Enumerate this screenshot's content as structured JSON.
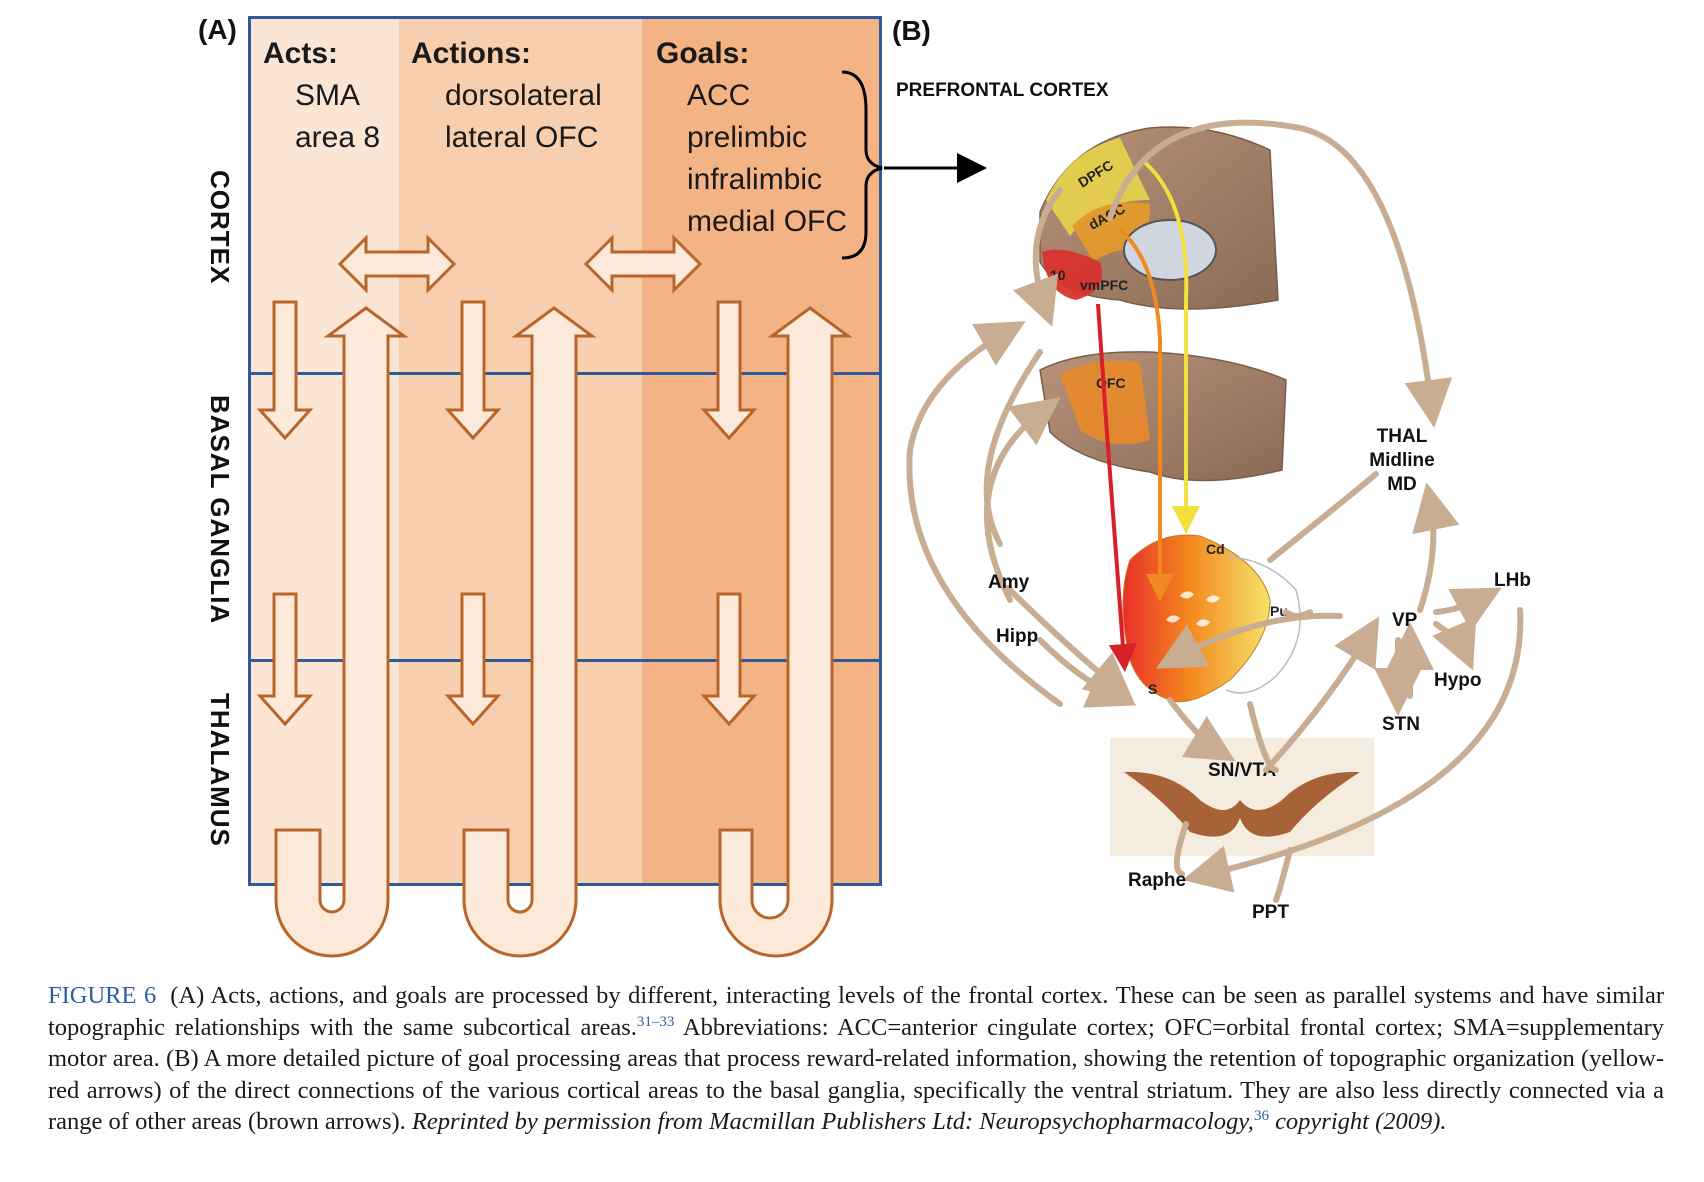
{
  "panelA": {
    "label": "(A)",
    "columns": [
      {
        "title": "Acts:",
        "items": [
          "SMA",
          "area 8"
        ]
      },
      {
        "title": "Actions:",
        "items": [
          "dorsolateral",
          "lateral OFC"
        ]
      },
      {
        "title": "Goals:",
        "items": [
          "ACC",
          "prelimbic",
          "infralimbic",
          "medial OFC"
        ]
      }
    ],
    "rows": [
      "CORTEX",
      "BASAL GANGLIA",
      "THALAMUS"
    ],
    "colors": {
      "acts": "#fbe6d5",
      "actions": "#f8cfae",
      "goals": "#f4b385",
      "border": "#2e5a9a",
      "arrow_stroke": "#b8652a",
      "arrow_fill": "#fde9da"
    }
  },
  "panelB": {
    "label": "(B)",
    "header": "PREFRONTAL CORTEX",
    "cortex_labels": {
      "dpfc": "DPFC",
      "dacc": "dACC",
      "vmpfc": "vmPFC",
      "area10": "10",
      "ofc": "OFC"
    },
    "striatum_labels": {
      "cd": "Cd",
      "pu": "Pu",
      "s": "S"
    },
    "nodes": {
      "thal": [
        "THAL",
        "Midline",
        "MD"
      ],
      "amy": "Amy",
      "hipp": "Hipp",
      "lhb": "LHb",
      "vp": "VP",
      "hypo": "Hypo",
      "stn": "STN",
      "snvta": "SN/VTA",
      "raphe": "Raphe",
      "ppt": "PPT"
    },
    "colors": {
      "brown_arrow": "#c9ad93",
      "yellow": "#f2e03c",
      "orange": "#f08a20",
      "red": "#d8202a"
    }
  },
  "caption": {
    "figure": "FIGURE 6",
    "part1": "(A) Acts, actions, and goals are processed by different, interacting levels of the frontal cortex. These can be seen as parallel systems and have similar topographic relationships with the same subcortical areas.",
    "ref1": "31–33",
    "part2": " Abbreviations: ACC=anterior cingulate cortex; OFC=orbital frontal cortex; SMA=supplementary motor area. (B) A more detailed picture of goal processing areas that process reward-related information, showing the retention of topographic organization (yellow-red arrows) of the direct connections of the various cortical areas to the basal ganglia, specifically the ventral striatum. They are also less directly connected via a range of other areas (brown arrows). ",
    "reprint": "Reprinted by permission from Macmillan Publishers Ltd: Neuropsychopharmacology,",
    "ref2": "36",
    "copyright": " copyright (2009)."
  }
}
